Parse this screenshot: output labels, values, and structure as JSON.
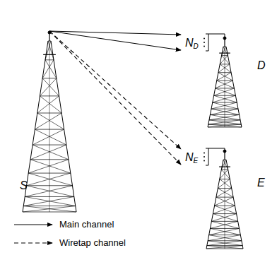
{
  "diagram": {
    "nodes": [
      {
        "text": [
          "S"
        ]
      },
      {
        "text": [
          "ND"
        ]
      },
      {
        "text": [
          "NE"
        ]
      }
    ],
    "edges": [
      {
        "from": 0,
        "to": 1,
        "arrow": "to"
      },
      {
        "from": 0,
        "to": 1,
        "arrow": "to"
      },
      {
        "from": 0,
        "to": 2,
        "arrow": "to"
      },
      {
        "from": 0,
        "to": 2,
        "arrow": "to"
      }
    ],
    "labels": [
      "D",
      "E"
    ],
    "legend": [
      {
        "text": "Main channel"
      },
      {
        "text": "Wiretap channel"
      }
    ]
  }
}
